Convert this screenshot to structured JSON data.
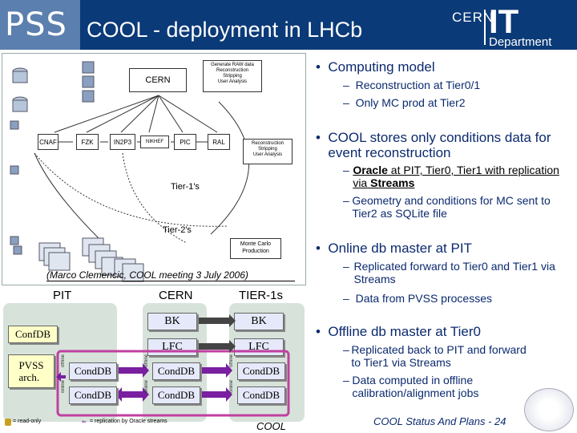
{
  "header": {
    "logo_text": "PSS",
    "title": "COOL - deployment in LHCb",
    "cern_text": "CERN",
    "it_text": "IT",
    "department_text": "Department"
  },
  "top_diagram": {
    "cern_label": "CERN",
    "cern_note": "Generate RAW data\nReconstruction\nStripping\nUser Analysis",
    "tier1_sites": [
      "CNAF",
      "FZK",
      "IN2P3",
      "NIKHEF",
      "PIC",
      "RAL"
    ],
    "tier1_note": "Reconstruction\nStripping\nUser Analysis",
    "tier1_label": "Tier-1's",
    "tier2_label": "Tier-2's",
    "tier2_note": "Monte Carlo\nProduction",
    "credit": "(Marco Clemencic, COOL meeting 3 July 2006)"
  },
  "bottom_diagram": {
    "pit_label": "PIT",
    "cern_label": "CERN",
    "tier1_label": "TIER-1s",
    "confdb": "ConfDB",
    "pvss": "PVSS\narch.",
    "bk": "BK",
    "lfc": "LFC",
    "conddb": "CondDB",
    "offline_label": "offline",
    "online_label": "online",
    "legend_readonly": "= read-only",
    "legend_replication": "= replication by Oracle streams",
    "cool_label": "COOL"
  },
  "content": {
    "b1": "Computing model",
    "b1_sub": [
      "Reconstruction at Tier0/1",
      "Only MC prod at Tier2"
    ],
    "b2": "COOL stores only conditions data for event reconstruction",
    "b2_sub1_pre": "Oracle",
    "b2_sub1_mid": " at PIT, Tier0, Tier1 with replication via ",
    "b2_sub1_streams": "Streams",
    "b2_sub2": "Geometry and conditions for MC sent to Tier2 as SQLite file",
    "b3": "Online db master at PIT",
    "b3_sub": [
      "Replicated forward to Tier0 and Tier1 via Streams",
      "Data from PVSS processes"
    ],
    "b4": "Offline db master at Tier0",
    "b4_sub": [
      "Replicated back to PIT and forward to Tier1 via Streams",
      "Data computed in offline calibration/alignment jobs"
    ]
  },
  "footer": "COOL Status And Plans - 24",
  "colors": {
    "header_bg": "#0b3a78",
    "text_blue": "#0b2a6e",
    "zone_green": "#d7e3da",
    "db_box": "#e6e9fa",
    "highlight_magenta": "#c040a0"
  }
}
